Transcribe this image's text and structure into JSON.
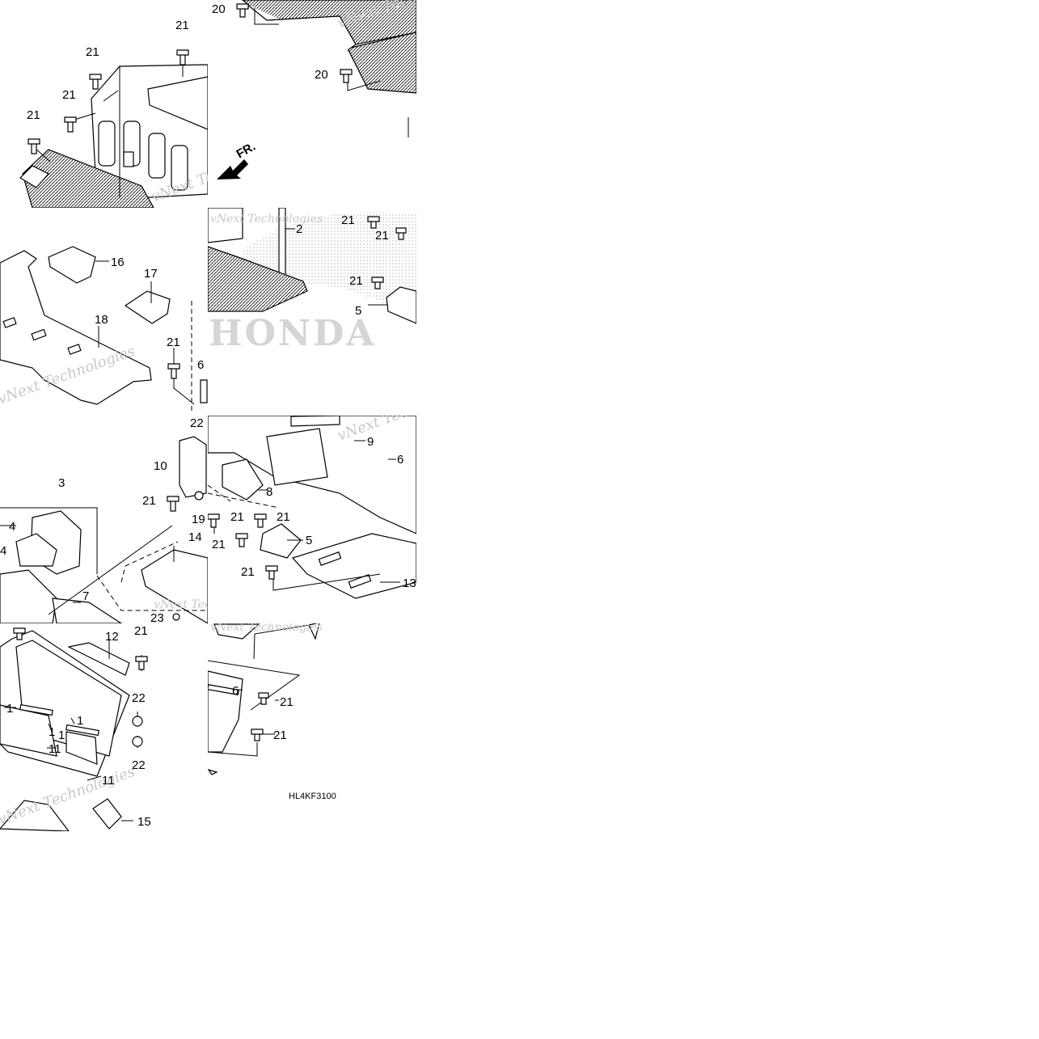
{
  "diagram": {
    "code": "HL4KF3100",
    "watermark": "vNext Technologies",
    "logo_text": "HONDA",
    "direction": "FR.",
    "callouts": {
      "c20a": "20",
      "c20b": "20",
      "c21a": "21",
      "c21b": "21",
      "c21c": "21",
      "c21d": "21",
      "c21e": "21",
      "c21f": "21",
      "c21g": "21",
      "c21h": "21",
      "c21i": "21",
      "c21j": "21",
      "c21k": "21",
      "c21l": "21",
      "c21m": "21",
      "c21n": "21",
      "c21o": "21",
      "c2": "2",
      "c16": "16",
      "c17": "17",
      "c18": "18",
      "c5a": "5",
      "c5b": "5",
      "c6a": "6",
      "c6b": "6",
      "c6c": "6",
      "c22a": "22",
      "c22b": "22",
      "c22c": "22",
      "c9": "9",
      "c10": "10",
      "c8": "8",
      "c3": "3",
      "c4a": "4",
      "c4b": "4",
      "c19": "19",
      "c14": "14",
      "c7": "7",
      "c23": "23",
      "c13": "13",
      "c12": "12",
      "c1a": "1",
      "c1b": "1",
      "c1c": "1",
      "c1d": "1",
      "c11a": "11",
      "c11b": "11",
      "c15": "15"
    }
  }
}
